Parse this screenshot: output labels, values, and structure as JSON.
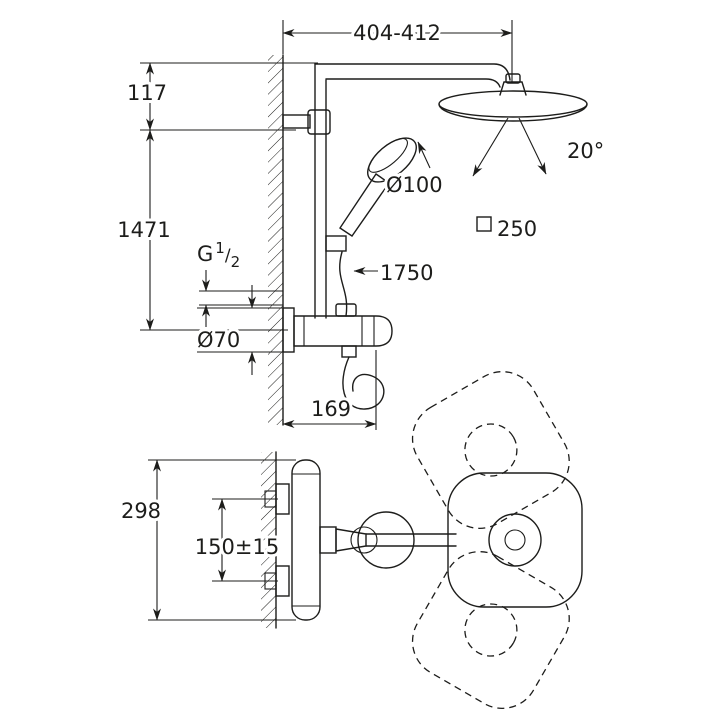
{
  "title": "Shower system technical dimension drawing",
  "colors": {
    "line": "#1d1d1b",
    "background": "#ffffff"
  },
  "labels": {
    "width_range": "404-412",
    "top_offset": "117",
    "riser_height": "1471",
    "thread_prefix": "G",
    "thread_numerator": "1",
    "thread_slash": "/",
    "thread_denominator": "2",
    "hand_shower_diameter": "Ø100",
    "tilt_angle": "20°",
    "head_size": "250",
    "hose_length": "1750",
    "escutcheon_diameter": "Ø70",
    "projection": "169",
    "trim_height": "298",
    "connection_spacing": "150±15"
  }
}
